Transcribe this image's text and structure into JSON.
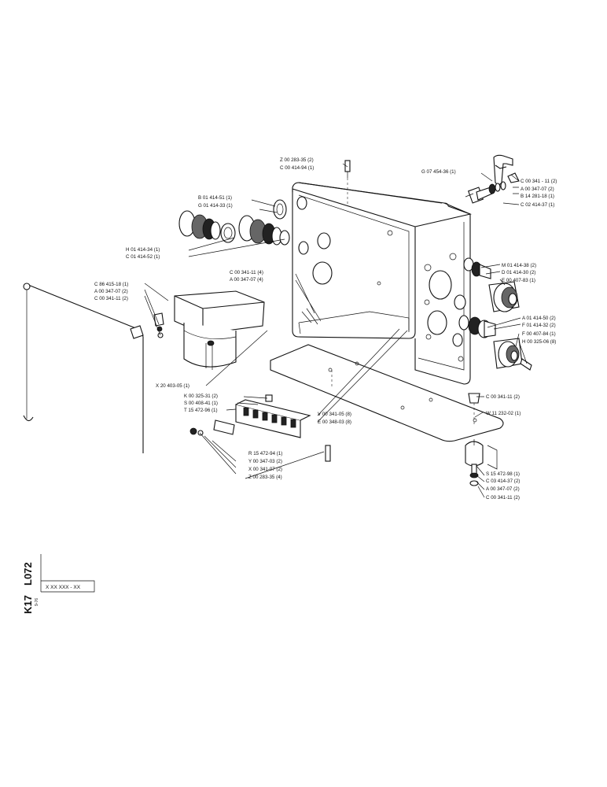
{
  "title_block": {
    "code": "K17 L072",
    "code_part1": "K17",
    "code_part2": "L072",
    "date": "9-76",
    "serial_label": "X XX XXX - XX"
  },
  "callouts": [
    {
      "id": "c1",
      "text": "Z 00 283-35 (2)"
    },
    {
      "id": "c2",
      "text": "C 00 414-94 (1)"
    },
    {
      "id": "c3",
      "text": "G 07 454-36 (1)"
    },
    {
      "id": "c4",
      "text": "C 00 341 - 11 (2)"
    },
    {
      "id": "c5",
      "text": "A 00 347-07 (2)"
    },
    {
      "id": "c6",
      "text": "B 14 281-18 (1)"
    },
    {
      "id": "c7",
      "text": "C 02 414-37 (1)"
    },
    {
      "id": "c8",
      "text": "B 01 414-51 (1)"
    },
    {
      "id": "c9",
      "text": "G 01 414-33 (1)"
    },
    {
      "id": "c10",
      "text": "H 01 414-34 (1)"
    },
    {
      "id": "c11",
      "text": "C 01 414-52 (1)"
    },
    {
      "id": "c12",
      "text": "M 01 414-38 (2)"
    },
    {
      "id": "c13",
      "text": "D 01 414-30 (2)"
    },
    {
      "id": "c14",
      "text": "E 00 407-83 (1)"
    },
    {
      "id": "c15",
      "text": "C 00 341-11 (4)"
    },
    {
      "id": "c16",
      "text": "A 00 347-07 (4)"
    },
    {
      "id": "c17",
      "text": "C 86 415-18 (1)"
    },
    {
      "id": "c18",
      "text": "A 00 347-07 (2)"
    },
    {
      "id": "c19",
      "text": "C 00 341-11 (2)"
    },
    {
      "id": "c20",
      "text": "A 01 414-50 (2)"
    },
    {
      "id": "c21",
      "text": "F 01 414-32 (2)"
    },
    {
      "id": "c22",
      "text": "F 00 407-84 (1)"
    },
    {
      "id": "c23",
      "text": "H 00 325-06 (8)"
    },
    {
      "id": "c24",
      "text": "X 20 403-05 (1)"
    },
    {
      "id": "c25",
      "text": "K 00 325-31 (2)"
    },
    {
      "id": "c26",
      "text": "S 00 408-41 (1)"
    },
    {
      "id": "c27",
      "text": "T 15 472-96 (1)"
    },
    {
      "id": "c28",
      "text": "C 00 341-11 (2)"
    },
    {
      "id": "c29",
      "text": "V 00 341-05 (8)"
    },
    {
      "id": "c30",
      "text": "W 11 232-02 (1)"
    },
    {
      "id": "c31",
      "text": "E 00 348-03 (8)"
    },
    {
      "id": "c32",
      "text": "R 15 472-94 (1)"
    },
    {
      "id": "c33",
      "text": "Y 00 347-03 (2)"
    },
    {
      "id": "c34",
      "text": "X 00 341-07 (2)"
    },
    {
      "id": "c35",
      "text": "Z 00 283-35 (4)"
    },
    {
      "id": "c36",
      "text": "S 15 472-98 (1)"
    },
    {
      "id": "c37",
      "text": "C 03 414-37 (2)"
    },
    {
      "id": "c38",
      "text": "A 00 347-07 (2)"
    },
    {
      "id": "c39",
      "text": "C 00 341-11 (2)"
    }
  ]
}
